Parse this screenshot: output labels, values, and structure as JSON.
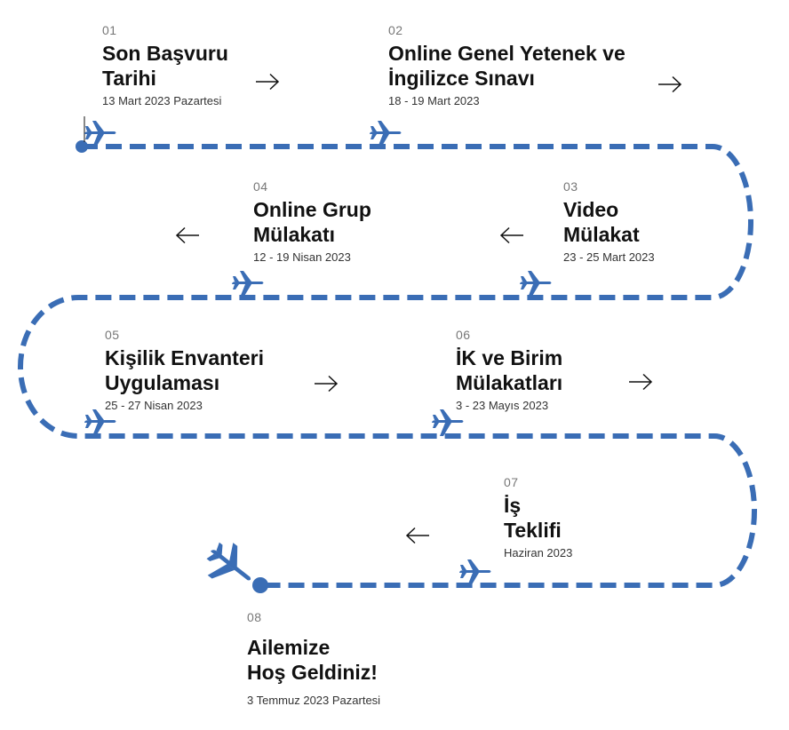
{
  "colors": {
    "route": "#3a6db5",
    "plane": "#3a6db5",
    "text": "#111111",
    "muted": "#777777"
  },
  "icons": {
    "step_arrow": "arrow-icon",
    "vehicle": "airplane-icon"
  },
  "steps": [
    {
      "num": "01",
      "line1": "Son Başvuru",
      "line2": "Tarihi",
      "date": "13 Mart 2023 Pazartesi"
    },
    {
      "num": "02",
      "line1": "Online Genel Yetenek ve",
      "line2": "İngilizce Sınavı",
      "date": "18 - 19 Mart 2023"
    },
    {
      "num": "03",
      "line1": "Video",
      "line2": "Mülakat",
      "date": "23 - 25 Mart 2023"
    },
    {
      "num": "04",
      "line1": "Online Grup",
      "line2": "Mülakatı",
      "date": "12 - 19 Nisan 2023"
    },
    {
      "num": "05",
      "line1": "Kişilik Envanteri",
      "line2": "Uygulaması",
      "date": "25 - 27 Nisan 2023"
    },
    {
      "num": "06",
      "line1": "İK ve Birim",
      "line2": "Mülakatları",
      "date": "3 - 23 Mayıs 2023"
    },
    {
      "num": "07",
      "line1": "İş",
      "line2": "Teklifi",
      "date": "Haziran 2023"
    },
    {
      "num": "08",
      "line1": "Ailemize",
      "line2": "Hoş Geldiniz!",
      "date": "3 Temmuz 2023 Pazartesi"
    }
  ]
}
